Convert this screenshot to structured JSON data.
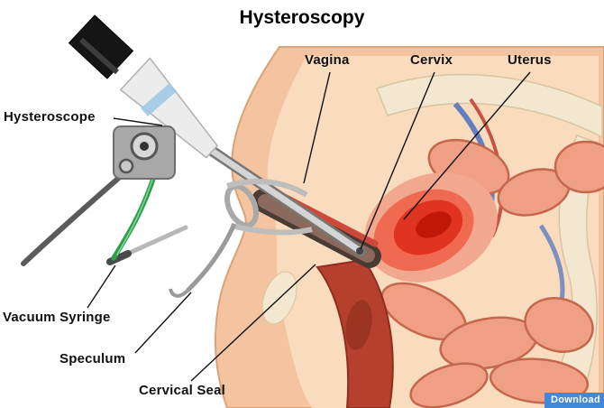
{
  "title": "Hysteroscopy",
  "labels": {
    "hysteroscope": "Hysteroscope",
    "vagina": "Vagina",
    "cervix": "Cervix",
    "uterus": "Uterus",
    "vacuum_syringe": "Vacuum Syringe",
    "speculum": "Speculum",
    "cervical_seal": "Cervical Seal"
  },
  "watermark": "Download",
  "colors": {
    "skin": "#f4c4a0",
    "inner_tissue": "#f9dcbd",
    "bone": "#f3e7cf",
    "intestine": "#ef9f83",
    "intestine_outline": "#c4674d",
    "uterus_red": "#e03420",
    "rectum_red": "#b5402e",
    "canal_dark": "#4a3a34",
    "scope_gray": "#d5d5d5",
    "eyepiece_black": "#151515",
    "tube_green": "#2f9e4c",
    "cable_gray": "#5a5a5a",
    "label_text": "#111111",
    "watermark_blue": "#4189d8"
  }
}
